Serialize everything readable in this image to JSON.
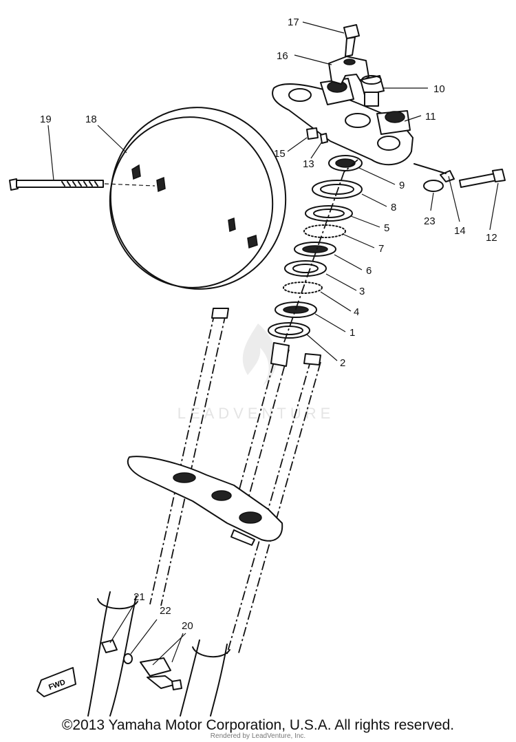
{
  "diagram": {
    "callouts": [
      "17",
      "16",
      "10",
      "11",
      "15",
      "13",
      "9",
      "8",
      "5",
      "7",
      "6",
      "3",
      "4",
      "1",
      "2",
      "12",
      "14",
      "23",
      "19",
      "18",
      "21",
      "22",
      "20"
    ],
    "fwd_label": "FWD",
    "watermark": "LEADVENTURE"
  },
  "footer": {
    "copyright": "©2013 Yamaha Motor Corporation, U.S.A. All rights reserved.",
    "rendered_by": "Rendered by LeadVenture, Inc."
  }
}
